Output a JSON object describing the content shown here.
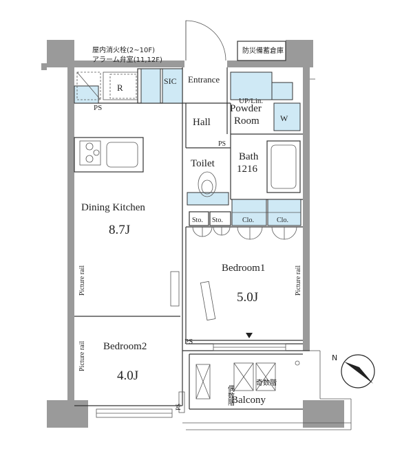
{
  "rooms": {
    "dining_kitchen": {
      "label": "Dining Kitchen",
      "size": "8.7J"
    },
    "bedroom1": {
      "label": "Bedroom1",
      "size": "5.0J"
    },
    "bedroom2": {
      "label": "Bedroom2",
      "size": "4.0J"
    },
    "entrance": "Entrance",
    "hall": "Hall",
    "toilet": "Toilet",
    "powder_room_line1": "Powder",
    "powder_room_line2": "Room",
    "bath": "Bath",
    "bath_size": "1216",
    "balcony": "Balcony",
    "sic": "SIC"
  },
  "labels": {
    "fire_hydrant_line1": "屋内消火栓(2~10F)",
    "fire_hydrant_line2": "アラーム弁室(11,12F)",
    "disaster_storage": "防災備蓄倉庫",
    "ps_top": "PS",
    "ps_hall": "PS",
    "ps_bedroom1": "PS",
    "ps_bottom": "PS",
    "refrigerator": "R",
    "washer": "W",
    "up_lin": "UP/Lin.",
    "storage1": "Sto.",
    "storage2": "Sto.",
    "closet1": "Clo.",
    "closet2": "Clo.",
    "picture_rail_dk": "Picture rail",
    "picture_rail_br1": "Picture rail",
    "picture_rail_br2": "Picture rail",
    "even_floor": "偶数階",
    "odd_floor": "奇数階",
    "north": "N"
  },
  "colors": {
    "wall": "#9a9a9a",
    "fixture_blue": "#cfe9f5",
    "line": "#333333"
  }
}
